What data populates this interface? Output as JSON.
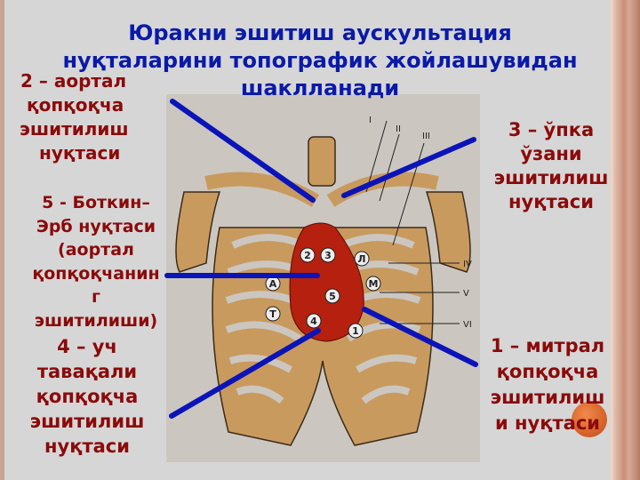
{
  "title": {
    "line1": "Юракни эшитиш аускультация",
    "line2": "нуқталарини топографик жойлашувидан",
    "line3": "шаклланади"
  },
  "labels": {
    "aortic": [
      "2 – аортал",
      "қопқоқча",
      "эшитилиш",
      "нуқтаси"
    ],
    "botkin": [
      "5 - Боткин–",
      "Эрб нуқтаси",
      "(аортал",
      "қопқоқчанин",
      "г",
      "эшитилиши)"
    ],
    "tricuspid": [
      "4 – уч",
      "тавақали",
      "қопқоқча",
      "эшитилиш",
      "нуқтаси"
    ],
    "pulmonary": [
      "3 – ўпка",
      "ўзани",
      "эшитилиш",
      "нуқтаси"
    ],
    "mitral": [
      "1 – митрал",
      "қопқоқча",
      "эшитилиш",
      "и нуқтаси"
    ]
  },
  "figure": {
    "ribs": [
      "I",
      "II",
      "III",
      "IV",
      "V",
      "VI"
    ],
    "points": [
      "1",
      "2",
      "3",
      "4",
      "5"
    ],
    "letters": [
      "Л",
      "М",
      "А",
      "Т"
    ]
  },
  "colors": {
    "title": "#0a1aa8",
    "label": "#8b0a0a",
    "arrow": "#0b14b8",
    "heart": "#b5200f",
    "bone": "#c99a5e"
  }
}
